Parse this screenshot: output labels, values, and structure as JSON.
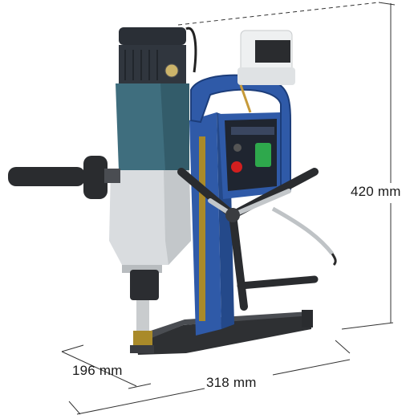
{
  "dimensions": {
    "height": "420 mm",
    "depth": "196 mm",
    "width": "318 mm"
  },
  "colors": {
    "body_blue": "#2f5aa8",
    "motor_teal": "#3f6e7e",
    "housing_dark": "#2a2f36",
    "silver": "#d9dcdf",
    "base_dark": "#2e3033",
    "switch_red": "#d21f1f",
    "switch_green": "#2ea84c",
    "dimension_line": "#333333"
  },
  "icons": [
    "drill-motor-icon",
    "magnetic-base-icon",
    "coolant-tank-icon"
  ]
}
